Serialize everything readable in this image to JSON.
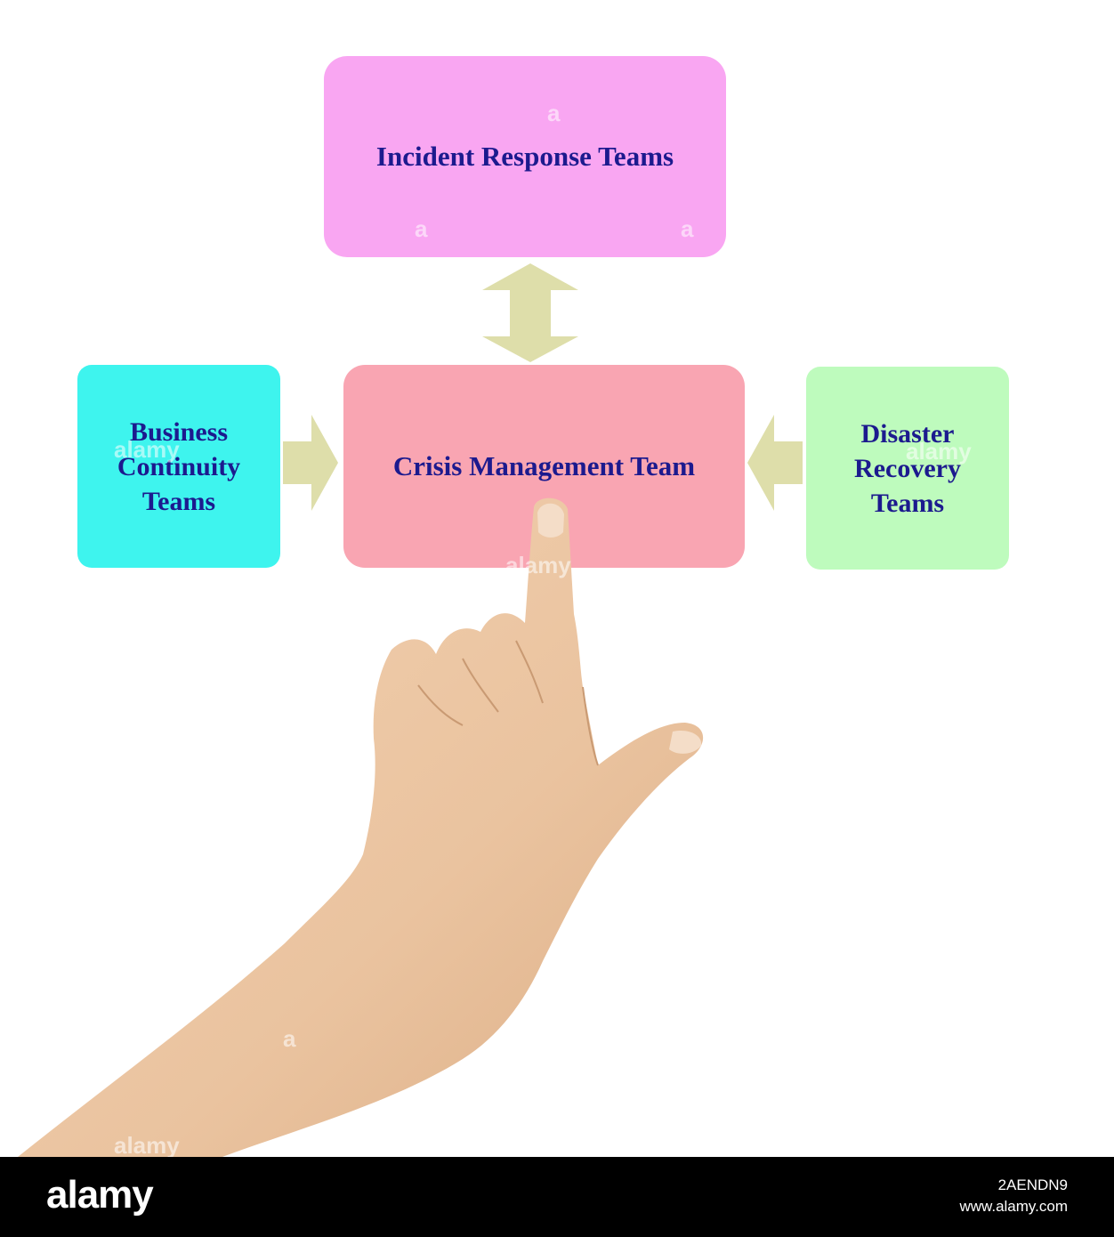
{
  "diagram": {
    "incident": {
      "label": "Incident Response Teams",
      "color": "#f9a6f2"
    },
    "crisis": {
      "label": "Crisis Management Team",
      "color": "#f9a5b2"
    },
    "business": {
      "label": "Business\nContinuity\nTeams",
      "color": "#3ef4ee"
    },
    "disaster": {
      "label": "Disaster\nRecovery\nTeams",
      "color": "#befbbd"
    },
    "arrow_color": "#dedeaa",
    "text_color": "#1c1a8e"
  },
  "watermarks": [
    "a",
    "a",
    "a",
    "alamy",
    "alamy",
    "alamy",
    "a",
    "alamy"
  ],
  "footer": {
    "logo": "alamy",
    "image_id": "2AENDN9",
    "site": "www.alamy.com"
  }
}
